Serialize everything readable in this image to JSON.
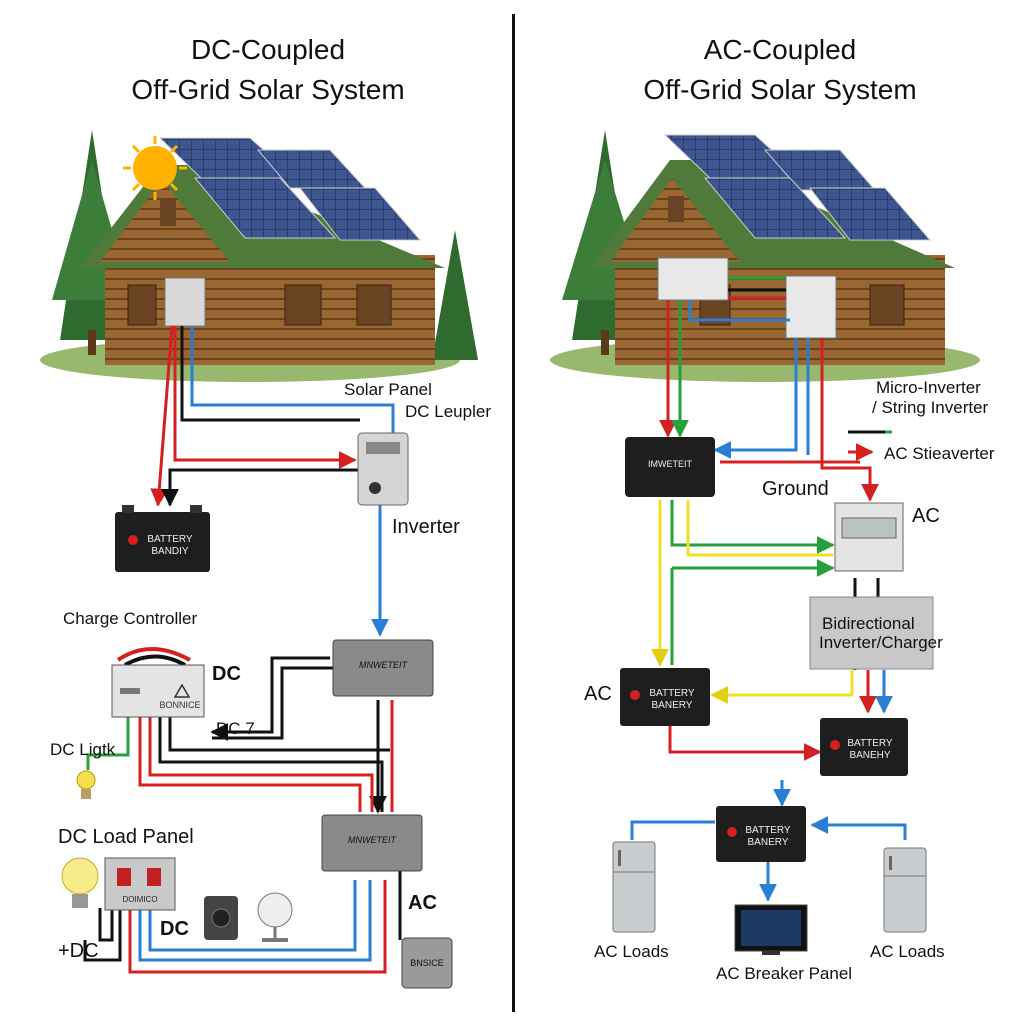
{
  "left": {
    "title_line1": "DC-Coupled",
    "title_line2": "Off-Grid Solar System",
    "labels": {
      "solar_panel": "Solar Panel",
      "dc_coupler": "DC Leupler",
      "inverter": "Inverter",
      "charge_controller": "Charge Controller",
      "dc": "DC",
      "dc7": "DC 7",
      "dc_light": "DC Ligtk",
      "dc_load_panel": "DC Load Panel",
      "dc2": "DC",
      "plus_dc": "+DC",
      "ac": "AC"
    },
    "battery_text": [
      "BATTERY",
      "BANDIY"
    ],
    "controller_text": "BONNICE",
    "inverter1_text": "MNWETEIT",
    "inverter2_text": "MNWETEIT",
    "load_panel_text": "DOIMICO",
    "breaker_text": "BNSICE"
  },
  "right": {
    "title_line1": "AC-Coupled",
    "title_line2": "Off-Grid Solar System",
    "labels": {
      "micro_inverter_1": "Micro-Inverter",
      "micro_inverter_2": "/ String Inverter",
      "ac_stieaverter": "AC Stieaverter",
      "ground": "Ground",
      "ac_top": "AC",
      "bidirectional_1": "Bidirectional",
      "bidirectional_2": "Inverter/Charger",
      "ac_left": "AC",
      "ac_loads_left": "AC Loads",
      "ac_loads_right": "AC Loads",
      "ac_breaker_panel": "AC Breaker Panel"
    },
    "inverter_text": "IMWETEIT",
    "battery1_text": [
      "BATTERY",
      "BANERY"
    ],
    "battery2_text": [
      "BATTERY",
      "BANEHY"
    ],
    "battery3_text": [
      "BATTERY",
      "BANERY"
    ]
  },
  "colors": {
    "wire_red": "#d42020",
    "wire_blue": "#2a7fd4",
    "wire_black": "#111111",
    "wire_green": "#25a03a",
    "wire_yellow": "#f0e020",
    "roof_green": "#4f7a3a",
    "log": "#8a5a2b",
    "panel": "#2c3e66"
  }
}
